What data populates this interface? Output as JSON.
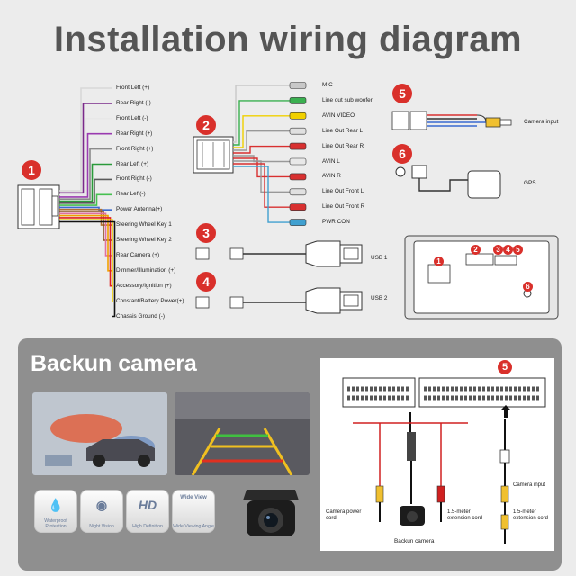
{
  "title": "Installation wiring diagram",
  "badges": [
    "1",
    "2",
    "3",
    "4",
    "5",
    "6"
  ],
  "harness1_wires": [
    {
      "label": "Front Left (+)",
      "color": "#d8d8d8"
    },
    {
      "label": "Rear Right (-)",
      "color": "#7a2a8a"
    },
    {
      "label": "Front Left (-)",
      "color": "#e8e8e8"
    },
    {
      "label": "Rear Right (+)",
      "color": "#9a3ab0"
    },
    {
      "label": "Front Right (+)",
      "color": "#8a8a8a"
    },
    {
      "label": "Rear Left (+)",
      "color": "#2a9a3a"
    },
    {
      "label": "Front Right (-)",
      "color": "#5a5a5a"
    },
    {
      "label": "Rear Left(-)",
      "color": "#46c050"
    },
    {
      "label": "Power Antenna(+)",
      "color": "#3a6ad0"
    },
    {
      "label": "Steering Wheel Key 1",
      "color": "#b07030"
    },
    {
      "label": "Steering Wheel Key 2",
      "color": "#8a5020"
    },
    {
      "label": "Rear Camera (+)",
      "color": "#e070a0"
    },
    {
      "label": "Dimmer/Illumination (+)",
      "color": "#f0a000"
    },
    {
      "label": "Accessory/Ignition (+)",
      "color": "#e02020"
    },
    {
      "label": "Constant/Battery Power(+)",
      "color": "#f0d000"
    },
    {
      "label": "Chassis Ground (-)",
      "color": "#111111"
    }
  ],
  "harness2_wires": [
    {
      "label": "MIC",
      "color": "#c8c8c8"
    },
    {
      "label": "Line out sub woofer",
      "color": "#3ab050"
    },
    {
      "label": "AVIN VIDEO",
      "color": "#f0d000"
    },
    {
      "label": "Line Out Rear L",
      "color": "#e0e0e0"
    },
    {
      "label": "Line Out Rear R",
      "color": "#d83030"
    },
    {
      "label": "AVIN L",
      "color": "#e8e8e8"
    },
    {
      "label": "AVIN R",
      "color": "#d83030"
    },
    {
      "label": "Line Out Front L",
      "color": "#e0e0e0"
    },
    {
      "label": "Line Out Front R",
      "color": "#d83030"
    },
    {
      "label": "PWR CON",
      "color": "#40a0d0"
    }
  ],
  "usb1": "USB 1",
  "usb2": "USB 2",
  "camera_input": "Camera input",
  "gps": "GPS",
  "unit_labels": [
    "1",
    "2",
    "3",
    "4",
    "5",
    "6"
  ],
  "backup": {
    "title": "Backun camera",
    "features": [
      {
        "icon": "waterproof-icon",
        "label": "Waterproof Protection"
      },
      {
        "icon": "night-vision-icon",
        "label": "Night Vision"
      },
      {
        "icon": "hd-icon",
        "label": "High Definition"
      },
      {
        "icon": "wide-view-icon",
        "label": "Wide Viewing Angle"
      }
    ],
    "wide_view_tag": "Wide View",
    "hd_text": "HD",
    "panel_badge": "5",
    "camera_power_cord": "Camera power cord",
    "extension_cord_left": "1.5-meter extension cord",
    "camera_input": "Camera input",
    "extension_cord_right": "1.5-meter extension cord",
    "backup_camera_label": "Backun camera"
  }
}
